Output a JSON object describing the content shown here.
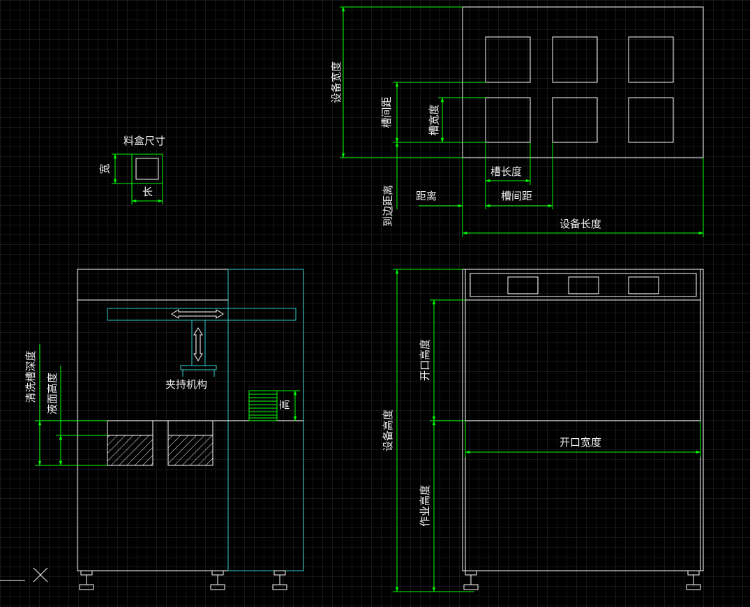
{
  "colors": {
    "background": "#000000",
    "grid": "#2c2c2c",
    "outline": "#ffffff",
    "dimension": "#00ff00",
    "cyan": "#33cccc",
    "text": "#f0f0f0"
  },
  "labels": {
    "box_size": "料盒尺寸",
    "box_width": "宽",
    "box_length": "长",
    "equip_width": "设备宽度",
    "slot_spacing_v": "槽间距",
    "slot_width": "槽宽度",
    "edge_distance_v": "到边距离",
    "slot_length": "槽长度",
    "distance": "距离",
    "slot_spacing_h": "槽间距",
    "equip_length": "设备长度",
    "gripper": "夹持机构",
    "height_small": "高",
    "tank_depth": "清洗槽深度",
    "liquid_height": "液面高度",
    "opening_height": "开口高度",
    "equip_height": "设备高度",
    "opening_width": "开口宽度",
    "working_height": "作业高度"
  },
  "icons": {
    "ucs": "ucs-cross-icon"
  }
}
